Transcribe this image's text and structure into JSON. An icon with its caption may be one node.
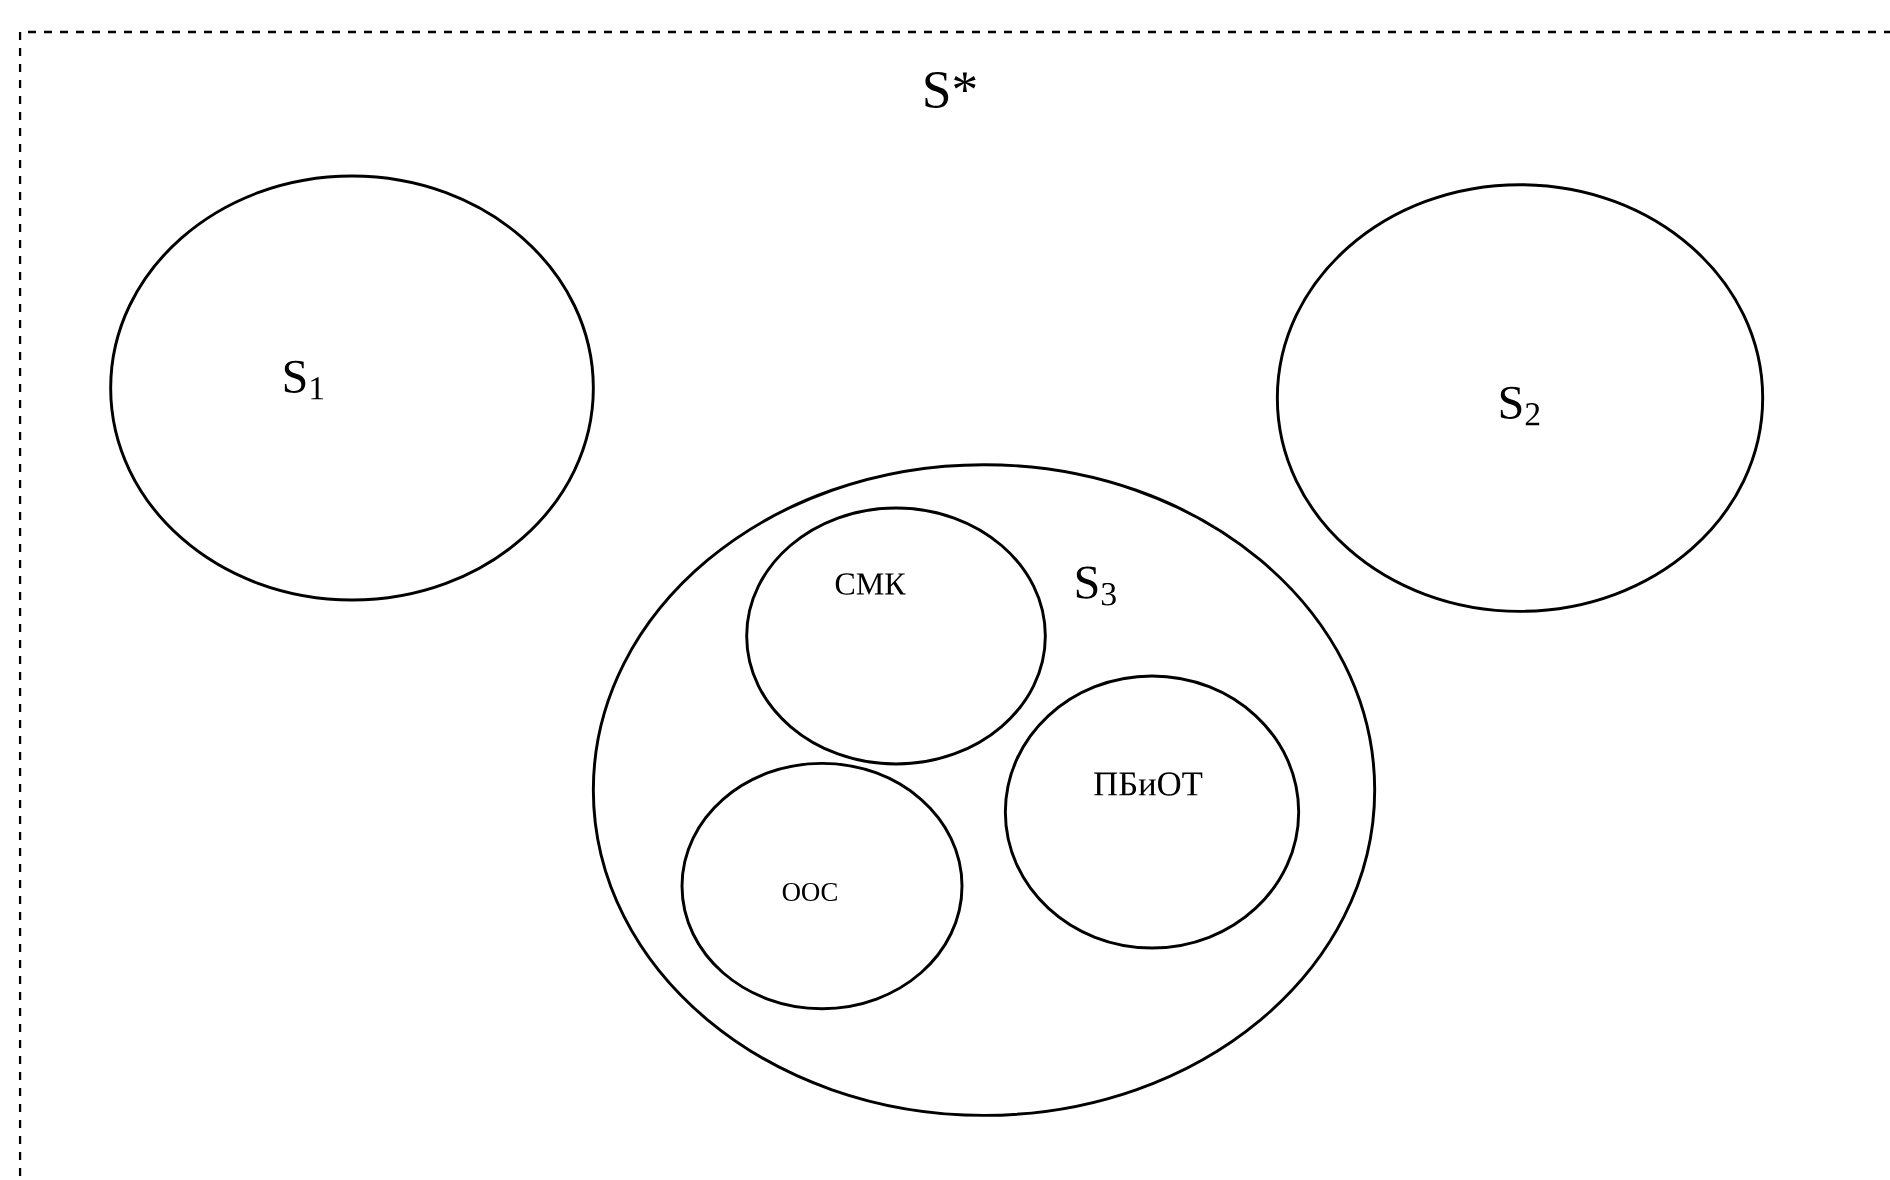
{
  "diagram": {
    "nodes": [
      {
        "text": [
          "S*"
        ]
      },
      {
        "text": [
          "S$_{1}$"
        ],
        "in": 0
      },
      {
        "text": [
          "S$_{2}$"
        ],
        "in": 0
      },
      {
        "text": [
          "S$_{3}$"
        ],
        "in": 0
      },
      {
        "text": [
          "СМК"
        ],
        "in": 3
      },
      {
        "text": [
          "ООС"
        ],
        "in": 3
      },
      {
        "text": [
          "ПБиОТ"
        ],
        "in": 3
      }
    ]
  }
}
